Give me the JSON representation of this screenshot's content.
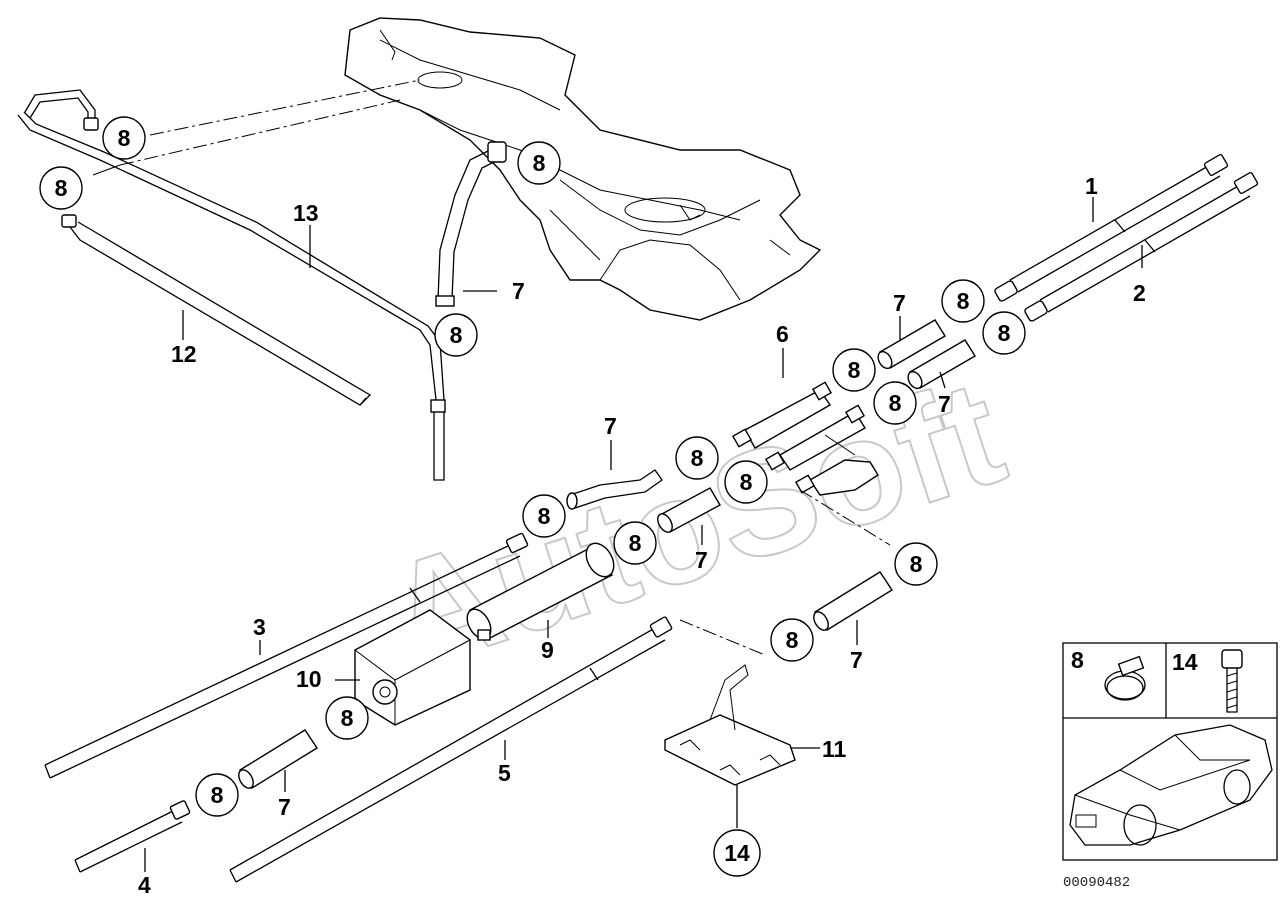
{
  "diagram": {
    "watermark": "AutoSoft",
    "drawing_code": "00090482",
    "callouts": {
      "c1": "1",
      "c2": "2",
      "c3": "3",
      "c4": "4",
      "c5": "5",
      "c6": "6",
      "c7": "7",
      "c8": "8",
      "c9": "9",
      "c10": "10",
      "c11": "11",
      "c12": "12",
      "c13": "13",
      "c14": "14"
    },
    "legend": {
      "item_a": "8",
      "item_b": "14"
    }
  }
}
